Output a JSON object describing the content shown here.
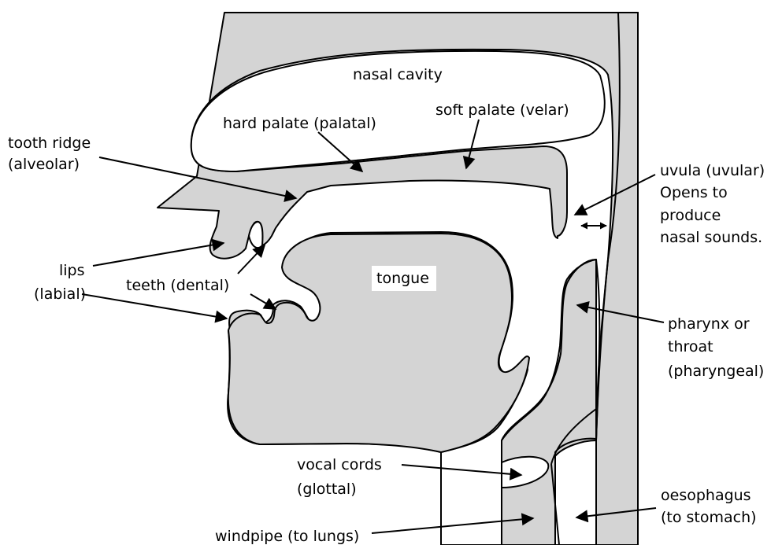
{
  "labels": {
    "nasal_cavity": "nasal cavity",
    "hard_palate": "hard palate (palatal)",
    "soft_palate": "soft palate (velar)",
    "tooth_ridge_1": "tooth ridge",
    "tooth_ridge_2": "(alveolar)",
    "uvula_1": "uvula (uvular)",
    "uvula_2": "Opens to",
    "uvula_3": "produce",
    "uvula_4": "nasal sounds.",
    "lips_1": "lips",
    "lips_2": "(labial)",
    "teeth": "teeth (dental)",
    "tongue": "tongue",
    "pharynx_1": "pharynx or",
    "pharynx_2": "throat",
    "pharynx_3": "(pharyngeal)",
    "vocal_cords_1": "vocal cords",
    "vocal_cords_2": "(glottal)",
    "oesophagus_1": "oesophagus",
    "oesophagus_2": "(to stomach)",
    "windpipe": "windpipe (to lungs)"
  },
  "colors": {
    "tissue": "#d4d4d4",
    "outline": "#000000",
    "background": "#ffffff"
  }
}
